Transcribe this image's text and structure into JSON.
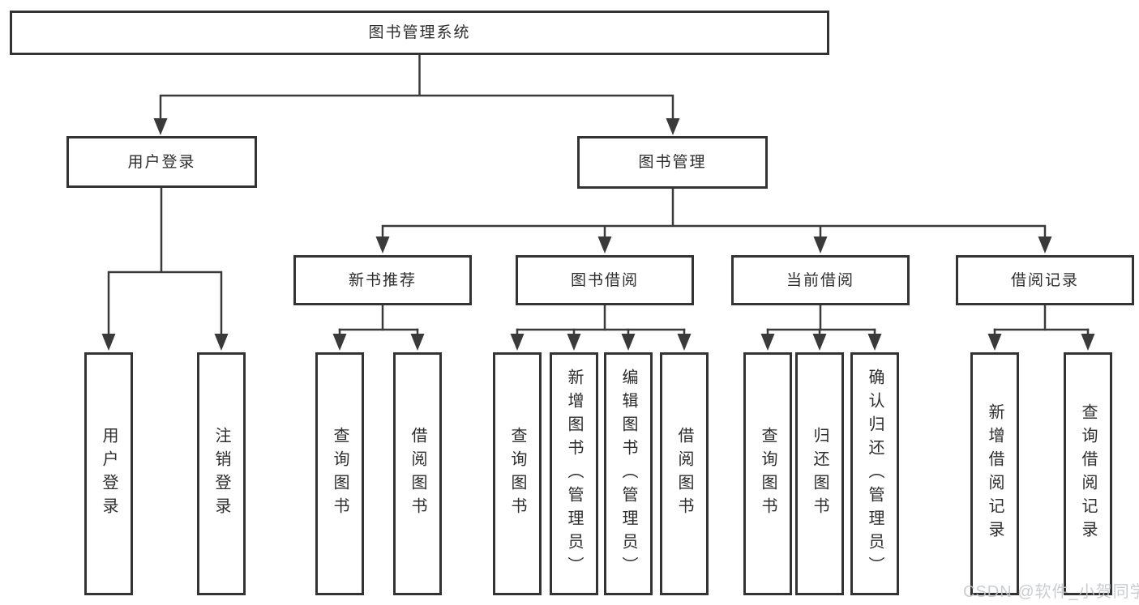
{
  "tree": {
    "root": {
      "label": "图书管理系统"
    },
    "branches": [
      {
        "label": "用户登录",
        "children": [
          {
            "label": "用户登录"
          },
          {
            "label": "注销登录"
          }
        ]
      },
      {
        "label": "图书管理",
        "children": [
          {
            "label": "新书推荐",
            "children": [
              {
                "label": "查询图书"
              },
              {
                "label": "借阅图书"
              }
            ]
          },
          {
            "label": "图书借阅",
            "children": [
              {
                "label": "查询图书"
              },
              {
                "label": "新增图书（管理员）"
              },
              {
                "label": "编辑图书（管理员）"
              },
              {
                "label": "借阅图书"
              }
            ]
          },
          {
            "label": "当前借阅",
            "children": [
              {
                "label": "查询图书"
              },
              {
                "label": "归还图书"
              },
              {
                "label": "确认归还（管理员）"
              }
            ]
          },
          {
            "label": "借阅记录",
            "children": [
              {
                "label": "新增借阅记录"
              },
              {
                "label": "查询借阅记录"
              }
            ]
          }
        ]
      }
    ]
  },
  "watermark": {
    "text": "CSDN @软件_小贺同学"
  },
  "colors": {
    "line": "#3a3a3a",
    "box_border": "#333333",
    "text": "#2d2d2d",
    "background": "#ffffff",
    "watermark": "#c3c6ca"
  }
}
